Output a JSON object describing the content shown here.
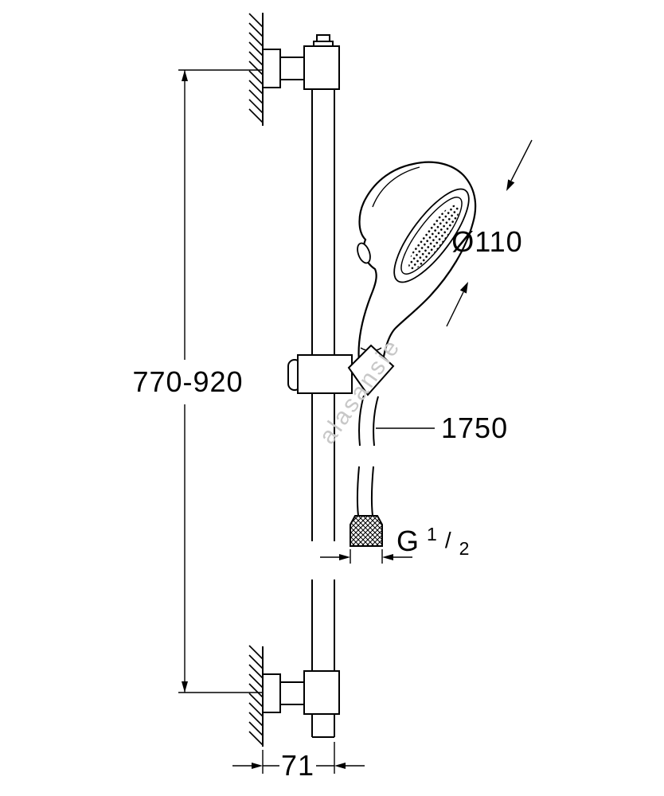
{
  "colors": {
    "line": "#000000",
    "watermark": "#c8c8c8",
    "background": "#ffffff"
  },
  "dimensions": {
    "rail_height_range": "770-920",
    "head_diameter": "Ø110",
    "hose_length": "1750",
    "thread": {
      "g": "G",
      "numerator": "1",
      "slash": "/",
      "denominator": "2"
    },
    "wall_offset": "71"
  },
  "watermark": {
    "text": "alasansie"
  }
}
